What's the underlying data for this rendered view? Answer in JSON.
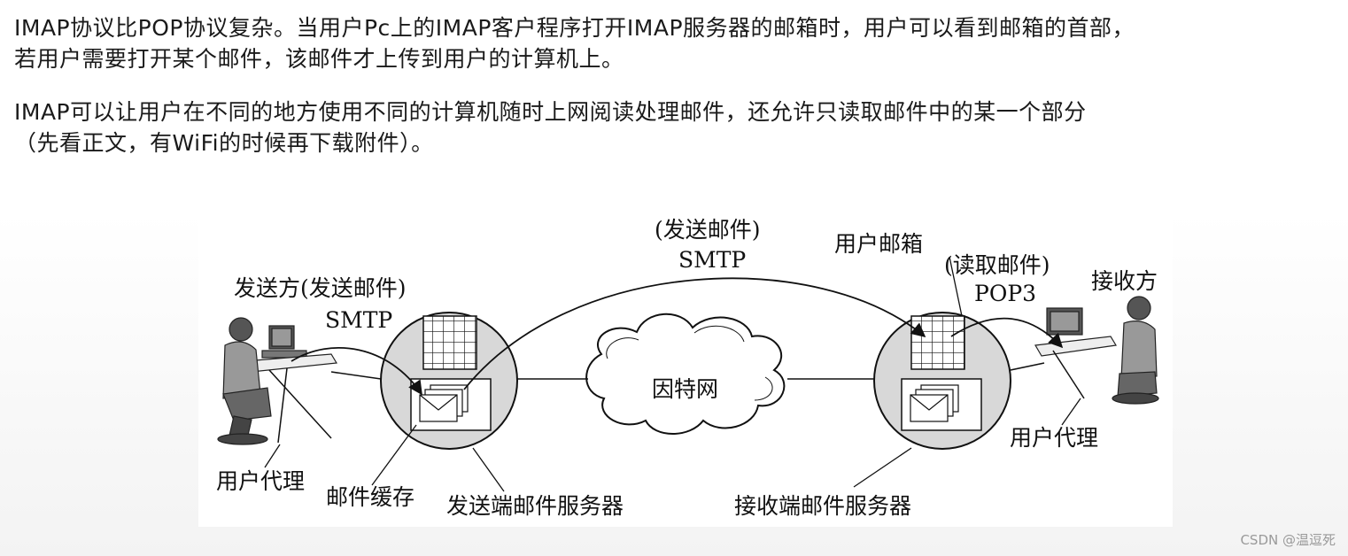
{
  "paragraphs": {
    "p1_line1": "IMAP协议比POP协议复杂。当用户Pc上的IMAP客户程序打开IMAP服务器的邮箱时，用户可以看到邮箱的首部，",
    "p1_line2": "若用户需要打开某个邮件，该邮件才上传到用户的计算机上。",
    "p2_line1": "IMAP可以让用户在不同的地方使用不同的计算机随时上网阅读处理邮件，还允许只读取邮件中的某一个部分",
    "p2_line2": "（先看正文，有WiFi的时候再下载附件）。"
  },
  "diagram": {
    "sender_label": "发送方(发送邮件)",
    "sender_protocol": "SMTP",
    "arc_label": "(发送邮件)",
    "arc_protocol": "SMTP",
    "mailbox_label": "用户邮箱",
    "read_label": "(读取邮件)",
    "read_protocol": "POP3",
    "receiver_label": "接收方",
    "internet_label": "因特网",
    "sender_agent_label": "用户代理",
    "receiver_agent_label": "用户代理",
    "mail_cache_label": "邮件缓存",
    "send_server_label": "发送端邮件服务器",
    "recv_server_label": "接收端邮件服务器"
  },
  "watermark": "CSDN @温逗死"
}
